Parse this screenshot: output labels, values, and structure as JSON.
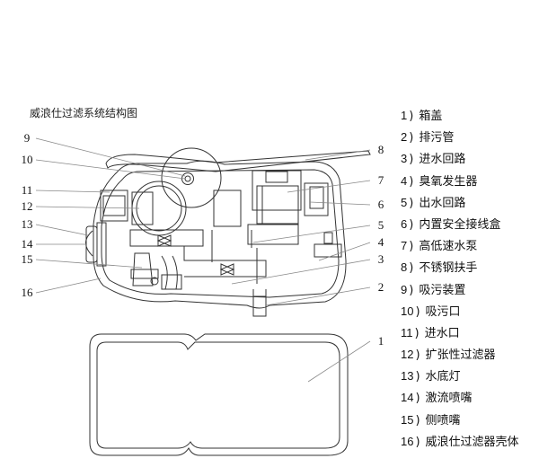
{
  "diagram": {
    "title": "威浪仕过滤系统结构图",
    "part_numbers": [
      "1",
      "2",
      "3",
      "4",
      "5",
      "6",
      "7",
      "8",
      "9",
      "10",
      "11",
      "12",
      "13",
      "14",
      "15",
      "16"
    ],
    "legend": [
      {
        "num": "1",
        "label": "箱盖"
      },
      {
        "num": "2",
        "label": "排污管"
      },
      {
        "num": "3",
        "label": "进水回路"
      },
      {
        "num": "4",
        "label": "臭氧发生器"
      },
      {
        "num": "5",
        "label": "出水回路"
      },
      {
        "num": "6",
        "label": "内置安全接线盒"
      },
      {
        "num": "7",
        "label": "高低速水泵"
      },
      {
        "num": "8",
        "label": "不锈钢扶手"
      },
      {
        "num": "9",
        "label": "吸污装置"
      },
      {
        "num": "10",
        "label": "吸污口"
      },
      {
        "num": "11",
        "label": "进水口"
      },
      {
        "num": "12",
        "label": "扩张性过滤器"
      },
      {
        "num": "13",
        "label": "水底灯"
      },
      {
        "num": "14",
        "label": "激流喷嘴"
      },
      {
        "num": "15",
        "label": "侧喷嘴"
      },
      {
        "num": "16",
        "label": "威浪仕过滤器壳体"
      }
    ],
    "colors": {
      "line": "#333333",
      "leader": "#888888"
    }
  }
}
